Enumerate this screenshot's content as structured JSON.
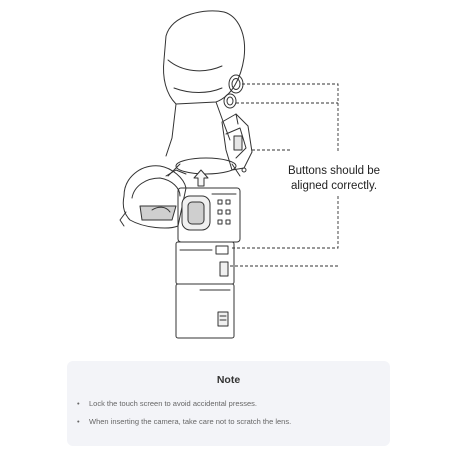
{
  "callout": {
    "line1": "Buttons should be",
    "line2": "aligned correctly."
  },
  "note": {
    "title": "Note",
    "bullet": "•",
    "items": [
      "Lock the touch screen to avoid accidental presses.",
      "When inserting the camera, take care not to scratch the lens."
    ]
  },
  "colors": {
    "stroke": "#333333",
    "panel_bg": "#f3f4f8",
    "lens_fill": "#cfcfcf",
    "arrow_fill": "#f7f7f7"
  },
  "icons": [
    "selfie-stick-mount",
    "bracket-clip",
    "lens-cap",
    "camera-module",
    "up-arrow-icon"
  ]
}
